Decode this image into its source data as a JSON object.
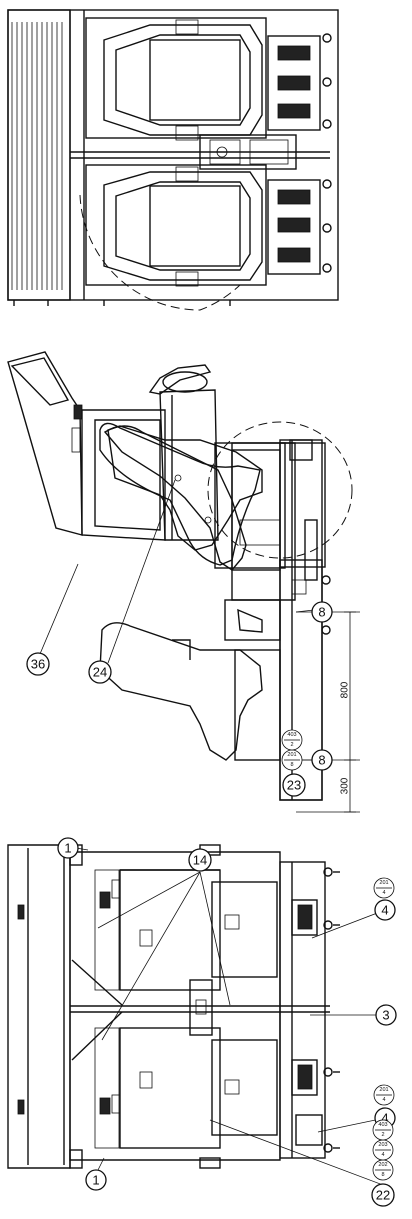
{
  "callouts": {
    "c1_top": "1",
    "c1_bottom": "1",
    "c3": "3",
    "c4_right": "4",
    "c4_left": "4",
    "c8_upper": "8",
    "c8_lower": "8",
    "c14": "14",
    "c22": "22",
    "c23": "23",
    "c24": "24",
    "c36": "36"
  },
  "refs": {
    "r_201_4_a_top": "201",
    "r_201_4_a_bot": "4",
    "r_201_4_b_top": "201",
    "r_201_4_b_bot": "4",
    "r_23_201_top": "201",
    "r_23_201_bot": "8",
    "r_23_403_top": "403",
    "r_23_403_bot": "2",
    "r_22_202_top": "202",
    "r_22_202_bot": "8",
    "r_22_203_top": "203",
    "r_22_203_bot": "4",
    "r_22_403_top": "403",
    "r_22_403_bot": "2"
  },
  "dimensions": {
    "d800": "800",
    "d300": "300"
  }
}
